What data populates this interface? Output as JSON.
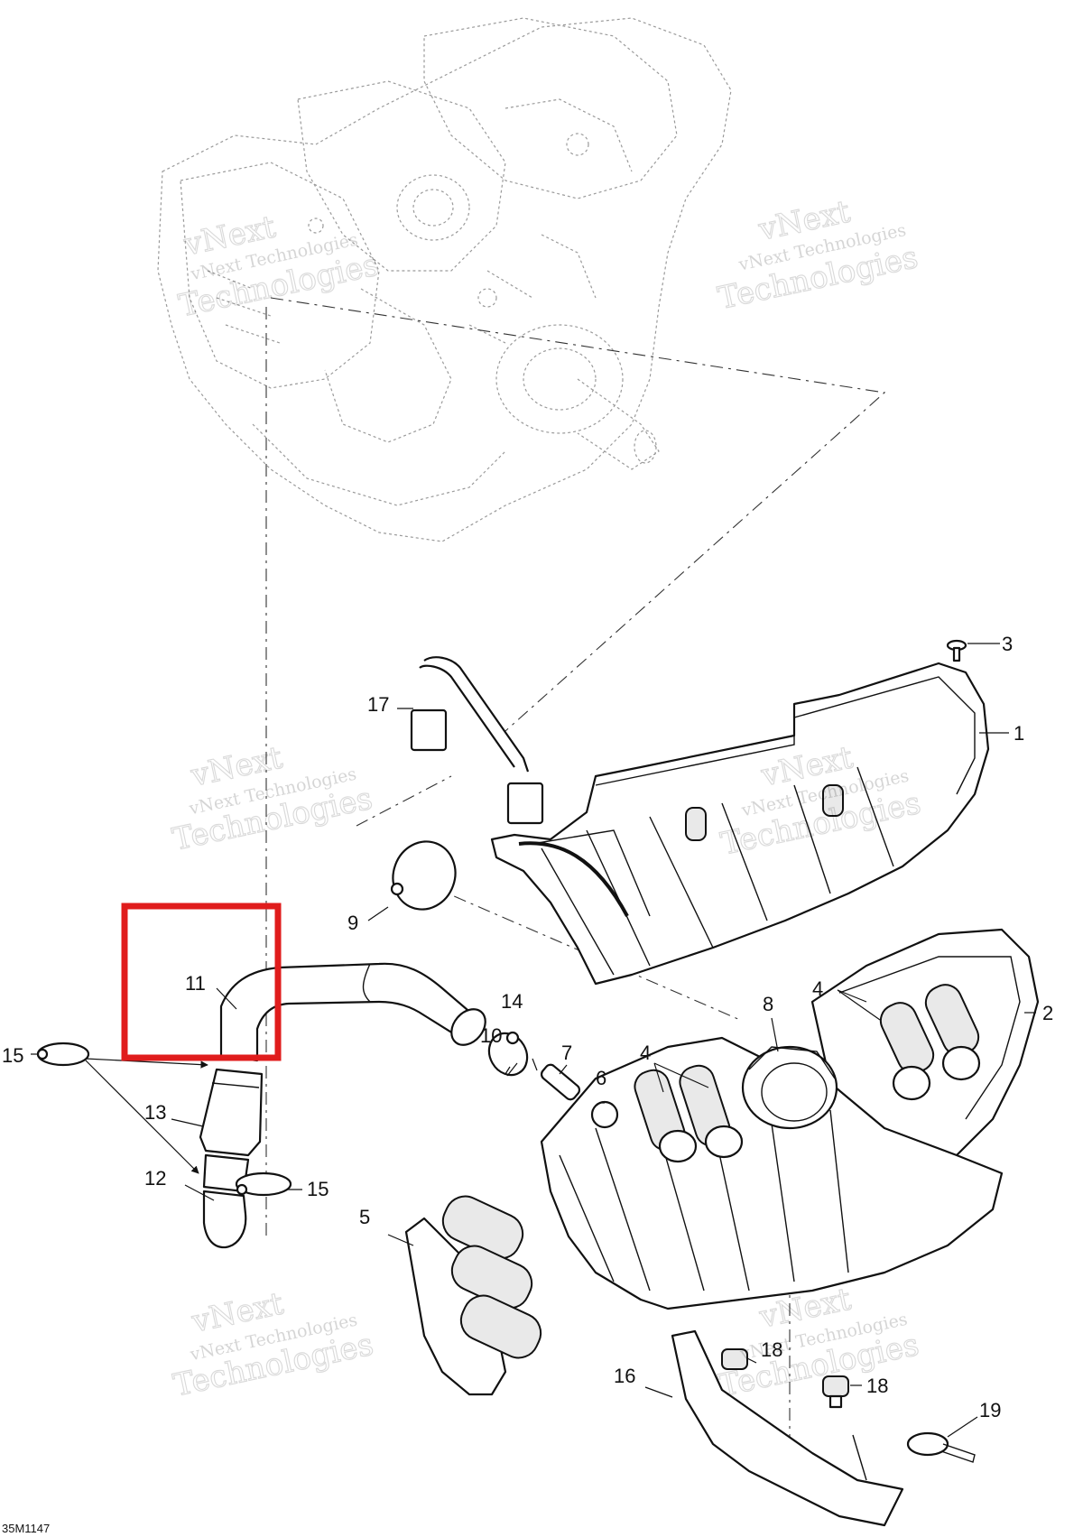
{
  "diagram_code": "35M1147",
  "watermark": {
    "line1": "vNext Technologies",
    "line2": "vNext",
    "line3": "Technologies"
  },
  "callouts": {
    "c1": "1",
    "c2": "2",
    "c3": "3",
    "c4a": "4",
    "c4b": "4",
    "c5": "5",
    "c6": "6",
    "c7": "7",
    "c8": "8",
    "c9": "9",
    "c10": "10",
    "c11": "11",
    "c12": "12",
    "c13": "13",
    "c14": "14",
    "c15a": "15",
    "c15b": "15",
    "c16": "16",
    "c17": "17",
    "c18a": "18",
    "c18b": "18",
    "c19": "19"
  },
  "colors": {
    "highlight": "#e01c1c",
    "ink": "#111111"
  }
}
